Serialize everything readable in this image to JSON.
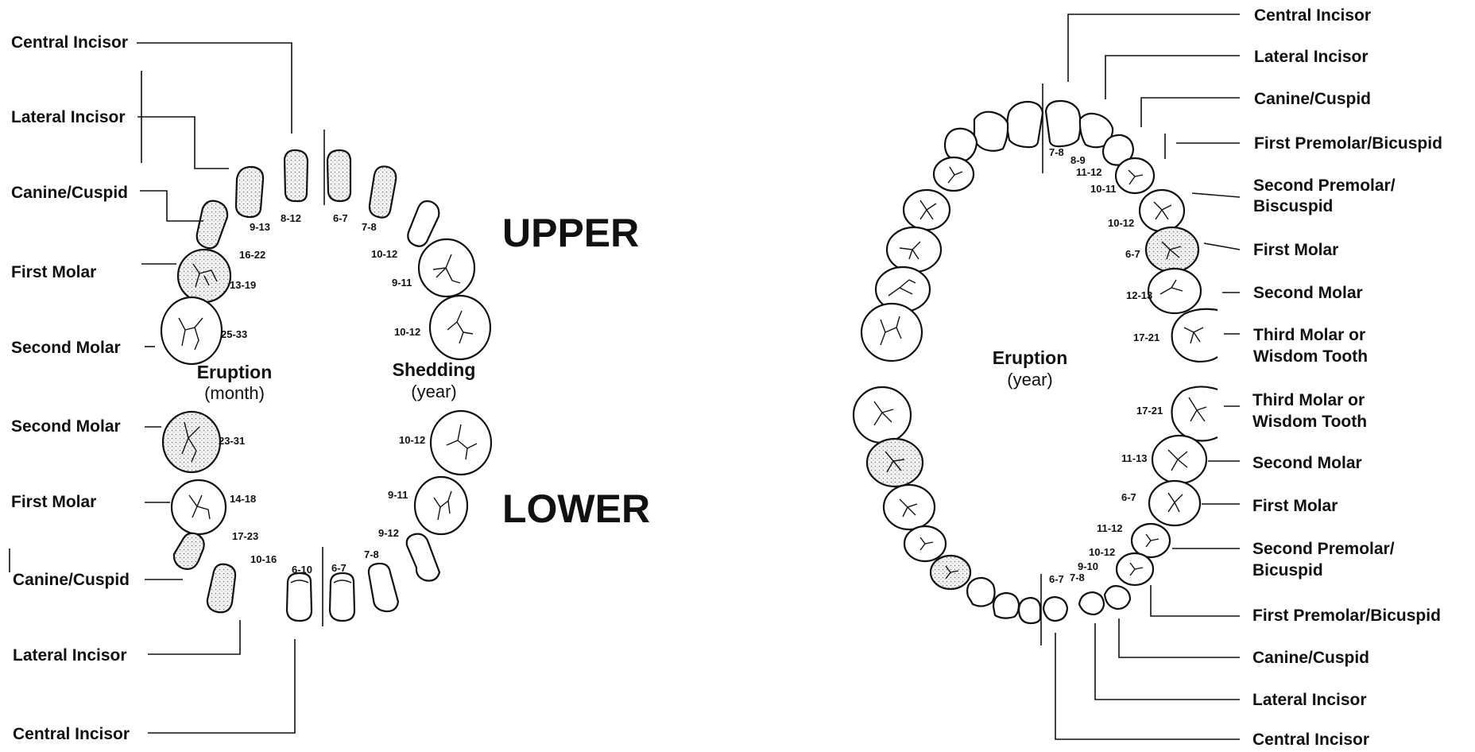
{
  "primary": {
    "upper_label": "UPPER",
    "lower_label": "LOWER",
    "eruption": {
      "title": "Eruption",
      "unit": "(month)"
    },
    "shedding": {
      "title": "Shedding",
      "unit": "(year)"
    },
    "labels": {
      "upper_central": "Central Incisor",
      "upper_lateral": "Lateral Incisor",
      "upper_canine": "Canine/Cuspid",
      "upper_first_molar": "First Molar",
      "upper_second_molar": "Second Molar",
      "lower_second_molar": "Second Molar",
      "lower_first_molar": "First Molar",
      "lower_canine": "Canine/Cuspid",
      "lower_lateral": "Lateral Incisor",
      "lower_central": "Central Incisor"
    },
    "ages": {
      "u_central_erupt": "8-12",
      "u_central_shed": "6-7",
      "u_lateral_erupt": "9-13",
      "u_lateral_shed": "7-8",
      "u_canine_erupt": "16-22",
      "u_canine_shed": "10-12",
      "u_m1_erupt": "13-19",
      "u_m1_shed": "9-11",
      "u_m2_erupt": "25-33",
      "u_m2_shed": "10-12",
      "l_m2_erupt": "23-31",
      "l_m2_shed": "10-12",
      "l_m1_erupt": "14-18",
      "l_m1_shed": "9-11",
      "l_canine_erupt": "17-23",
      "l_canine_shed": "9-12",
      "l_lateral_erupt": "10-16",
      "l_lateral_shed": "7-8",
      "l_central_erupt": "6-10",
      "l_central_shed": "6-7"
    }
  },
  "permanent": {
    "center": {
      "title": "Eruption",
      "unit": "(year)"
    },
    "labels": {
      "u_central": "Central Incisor",
      "u_lateral": "Lateral Incisor",
      "u_canine": "Canine/Cuspid",
      "u_pm1": "First Premolar/Bicuspid",
      "u_pm2_a": "Second Premolar/",
      "u_pm2_b": "Biscuspid",
      "u_m1": "First Molar",
      "u_m2": "Second Molar",
      "u_m3_a": "Third Molar or",
      "u_m3_b": "Wisdom Tooth",
      "l_m3_a": "Third Molar or",
      "l_m3_b": "Wisdom Tooth",
      "l_m2": "Second Molar",
      "l_m1": "First Molar",
      "l_pm2_a": "Second Premolar/",
      "l_pm2_b": "Bicuspid",
      "l_pm1": "First Premolar/Bicuspid",
      "l_canine": "Canine/Cuspid",
      "l_lateral": "Lateral Incisor",
      "l_central": "Central Incisor"
    },
    "ages": {
      "u_central": "7-8",
      "u_lateral": "8-9",
      "u_canine": "11-12",
      "u_pm1": "10-11",
      "u_pm2": "10-12",
      "u_m1": "6-7",
      "u_m2": "12-13",
      "u_m3": "17-21",
      "l_m3": "17-21",
      "l_m2": "11-13",
      "l_m1": "6-7",
      "l_pm2": "11-12",
      "l_pm1": "10-12",
      "l_canine": "9-10",
      "l_lateral": "7-8",
      "l_central": "6-7"
    }
  }
}
